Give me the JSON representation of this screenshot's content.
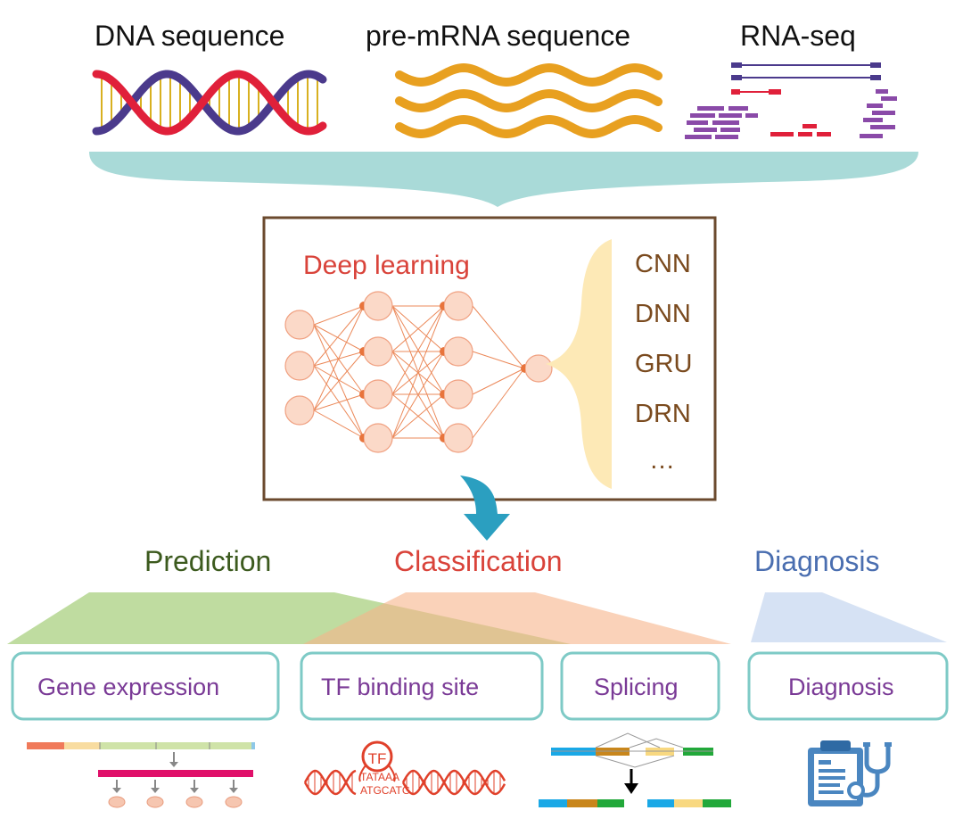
{
  "inputs": {
    "dna": "DNA sequence",
    "premrna": "pre-mRNA sequence",
    "rnaseq": "RNA-seq"
  },
  "deep_learning": {
    "title": "Deep learning",
    "models": [
      "CNN",
      "DNN",
      "GRU",
      "DRN",
      "…"
    ]
  },
  "categories": {
    "prediction": "Prediction",
    "classification": "Classification",
    "diagnosis": "Diagnosis"
  },
  "tasks": {
    "gene_expression": "Gene expression",
    "tf_binding": "TF binding site",
    "splicing": "Splicing",
    "diagnosis": "Diagnosis"
  },
  "tf_icon": {
    "badge": "TF",
    "seq_top": "TATAAA",
    "seq_bottom": "ATGCATG"
  },
  "colors": {
    "dna_purple": "#4b3a8c",
    "dna_red": "#e0203a",
    "wave_orange": "#e8a020",
    "brace_teal": "#a9dad8",
    "box_brown": "#6b4a2e",
    "network_orange": "#e8743c",
    "deep_learning_red": "#d9433a",
    "model_brown": "#7a4a1e",
    "prediction_green": "#3c5a1e",
    "classification_red": "#d9433a",
    "diagnosis_blue": "#4a6eb0",
    "task_purple": "#7a3a96",
    "task_border": "#7ecac6",
    "arrow_teal": "#2b9fc0"
  }
}
